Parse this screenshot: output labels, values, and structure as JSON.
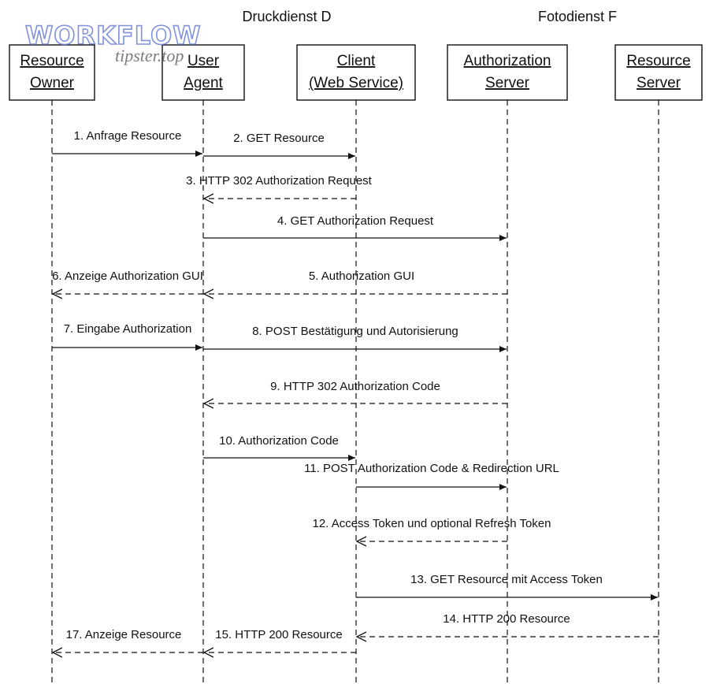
{
  "groups": [
    {
      "id": "druckdienst",
      "label": "Druckdienst D"
    },
    {
      "id": "fotodienst",
      "label": "Fotodienst F"
    }
  ],
  "actors": [
    {
      "id": "resource-owner",
      "lines": [
        "Resource",
        "Owner"
      ]
    },
    {
      "id": "user-agent",
      "lines": [
        "User",
        "Agent"
      ]
    },
    {
      "id": "client",
      "lines": [
        "Client",
        "(Web Service)"
      ]
    },
    {
      "id": "authorization-server",
      "lines": [
        "Authorization",
        "Server"
      ]
    },
    {
      "id": "resource-server",
      "lines": [
        "Resource",
        "Server"
      ]
    }
  ],
  "messages": [
    {
      "label": "1. Anfrage Resource",
      "from": "resource-owner",
      "to": "user-agent",
      "style": "solid"
    },
    {
      "label": "2. GET Resource",
      "from": "user-agent",
      "to": "client",
      "style": "solid"
    },
    {
      "label": "3. HTTP 302 Authorization Request",
      "from": "client",
      "to": "user-agent",
      "style": "dashed"
    },
    {
      "label": "4. GET Authorization Request",
      "from": "user-agent",
      "to": "authorization-server",
      "style": "solid"
    },
    {
      "label": "5. Authorization GUI",
      "from": "authorization-server",
      "to": "user-agent",
      "style": "dashed"
    },
    {
      "label": "6. Anzeige Authorization GUI",
      "from": "user-agent",
      "to": "resource-owner",
      "style": "dashed"
    },
    {
      "label": "7. Eingabe Authorization",
      "from": "resource-owner",
      "to": "user-agent",
      "style": "solid"
    },
    {
      "label": "8. POST Bestätigung und Autorisierung",
      "from": "user-agent",
      "to": "authorization-server",
      "style": "solid"
    },
    {
      "label": "9. HTTP 302 Authorization Code",
      "from": "authorization-server",
      "to": "user-agent",
      "style": "dashed"
    },
    {
      "label": "10. Authorization Code",
      "from": "user-agent",
      "to": "client",
      "style": "solid"
    },
    {
      "label": "11. POST Authorization Code & Redirection URL",
      "from": "client",
      "to": "authorization-server",
      "style": "solid"
    },
    {
      "label": "12. Access Token und optional Refresh Token",
      "from": "authorization-server",
      "to": "client",
      "style": "dashed"
    },
    {
      "label": "13. GET Resource mit Access Token",
      "from": "client",
      "to": "resource-server",
      "style": "solid"
    },
    {
      "label": "14. HTTP 200 Resource",
      "from": "resource-server",
      "to": "client",
      "style": "dashed"
    },
    {
      "label": "15. HTTP 200 Resource",
      "from": "client",
      "to": "user-agent",
      "style": "dashed"
    },
    {
      "label": "17. Anzeige Resource",
      "from": "user-agent",
      "to": "resource-owner",
      "style": "dashed"
    }
  ],
  "watermark": {
    "line1": "WORKFLOW",
    "line2": "tipster.top"
  }
}
